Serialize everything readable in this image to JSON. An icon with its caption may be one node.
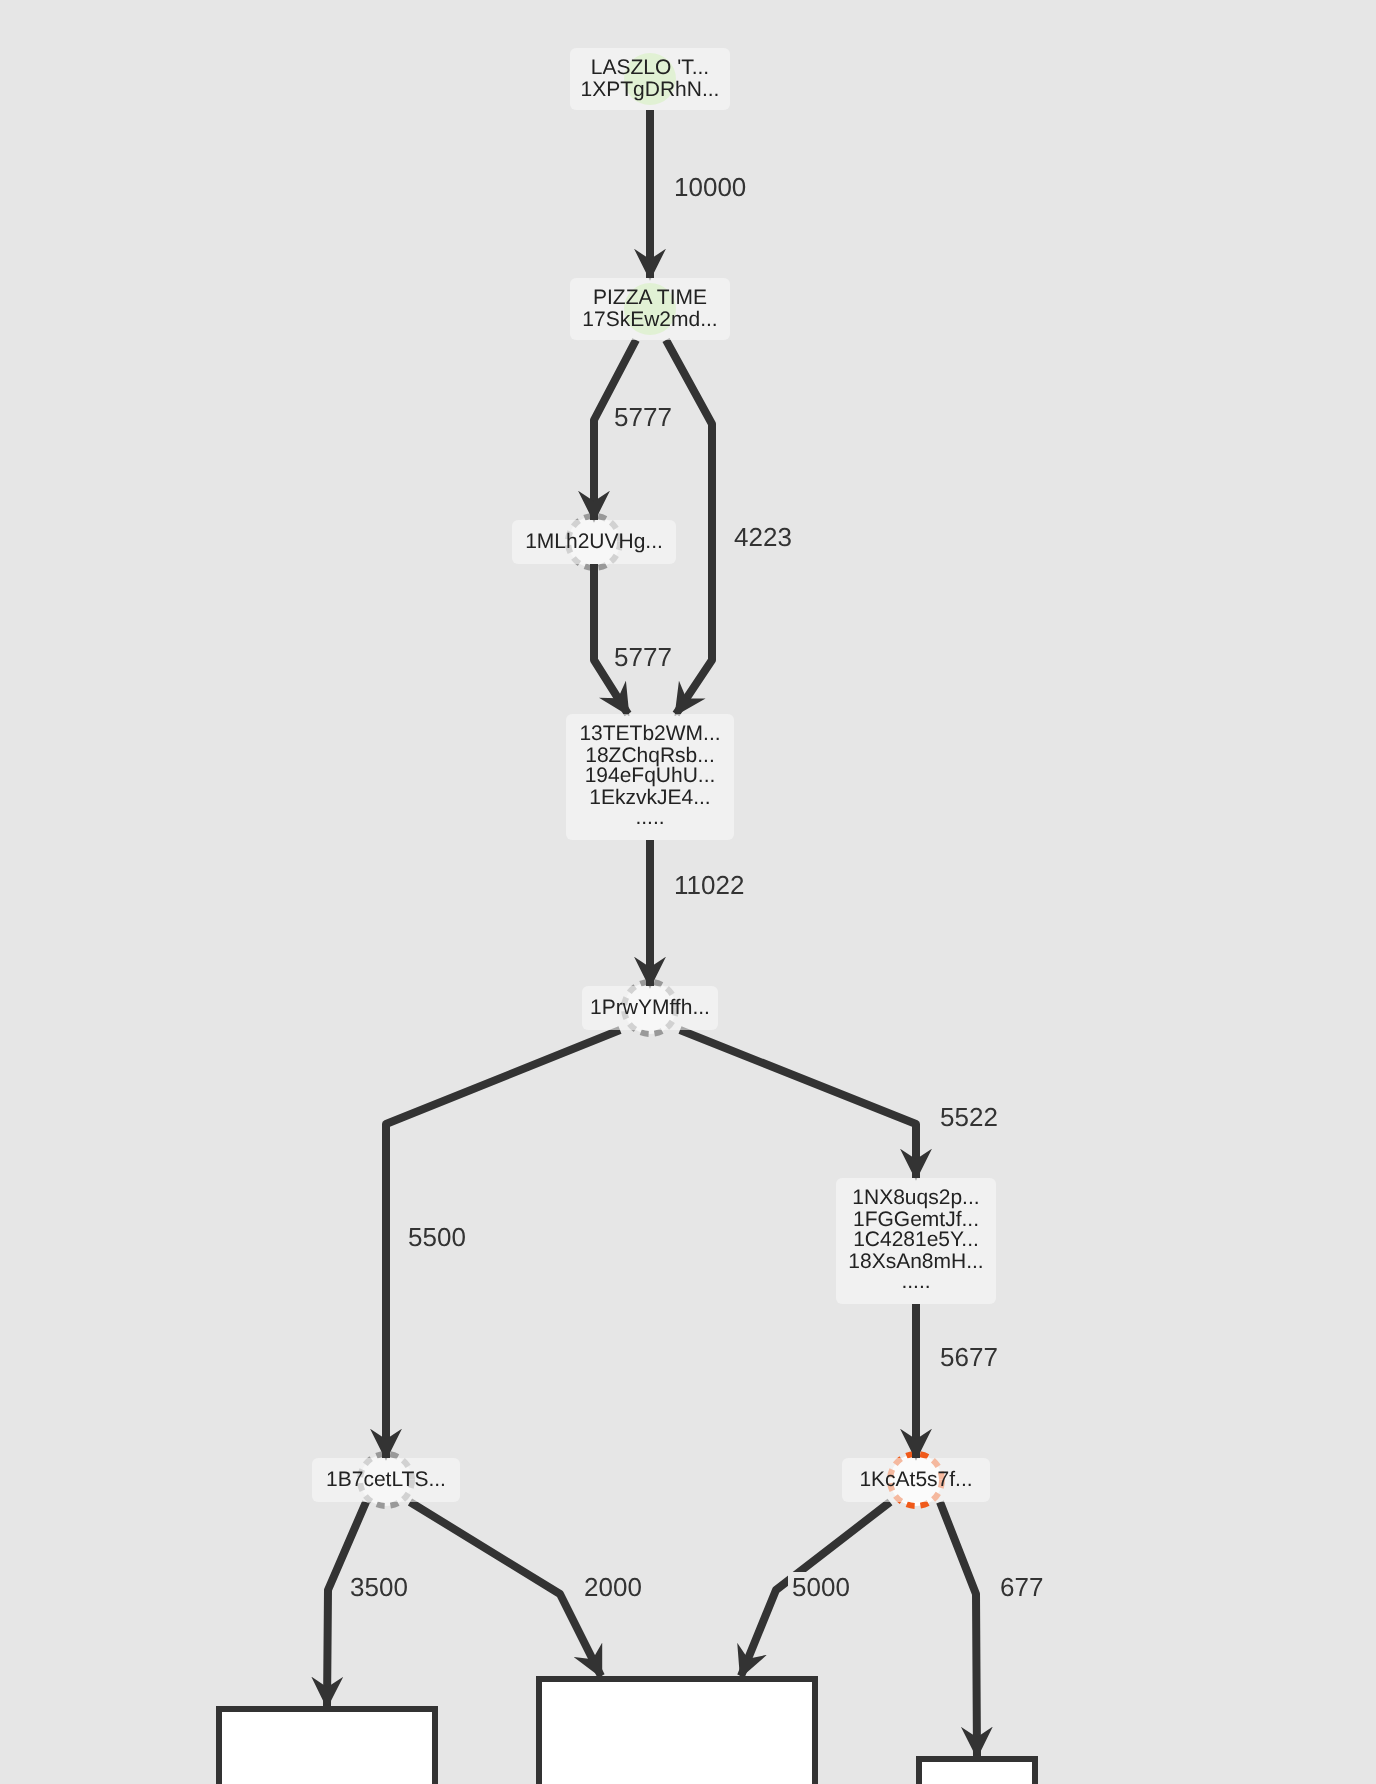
{
  "diagram": {
    "nodes": [
      {
        "text": [
          "LASZLO 'T...",
          "1XPTgDRhN..."
        ]
      },
      {
        "text": [
          "PIZZA TIME",
          "17SkEw2md..."
        ]
      },
      {
        "text": [
          "1MLh2UVHg..."
        ]
      },
      {
        "text": [
          "13TETb2WM...",
          "18ZChqRsb...",
          "194eFqUhU...",
          "1EkzvkJE4...",
          "....."
        ]
      },
      {
        "text": [
          "1PrwYMffh..."
        ]
      },
      {
        "text": [
          "1NX8uqs2p...",
          "1FGGemtJf...",
          "1C4281e5Y...",
          "18XsAn8mH...",
          "....."
        ]
      },
      {
        "text": [
          "1B7cetLTS..."
        ]
      },
      {
        "text": [
          "1KcAt5s7f..."
        ]
      },
      {
        "text": [],
        "shape": "box"
      },
      {
        "text": [],
        "shape": "box"
      },
      {
        "text": [],
        "shape": "box"
      }
    ],
    "edges": [
      {
        "from": 0,
        "to": 1,
        "arrow": "to",
        "label": "10000"
      },
      {
        "from": 1,
        "to": 2,
        "arrow": "to",
        "label": "5777"
      },
      {
        "from": 1,
        "to": 3,
        "arrow": "to",
        "label": "4223"
      },
      {
        "from": 2,
        "to": 3,
        "arrow": "to",
        "label": "5777"
      },
      {
        "from": 3,
        "to": 4,
        "arrow": "to",
        "label": "11022"
      },
      {
        "from": 4,
        "to": 6,
        "arrow": "to",
        "label": "5500"
      },
      {
        "from": 4,
        "to": 5,
        "arrow": "to",
        "label": "5522"
      },
      {
        "from": 5,
        "to": 7,
        "arrow": "to",
        "label": "5677"
      },
      {
        "from": 6,
        "to": 8,
        "arrow": "to",
        "label": "3500"
      },
      {
        "from": 6,
        "to": 9,
        "arrow": "to",
        "label": "2000"
      },
      {
        "from": 7,
        "to": 9,
        "arrow": "to",
        "label": "5000"
      },
      {
        "from": 7,
        "to": 10,
        "arrow": "to",
        "label": "677"
      }
    ]
  }
}
